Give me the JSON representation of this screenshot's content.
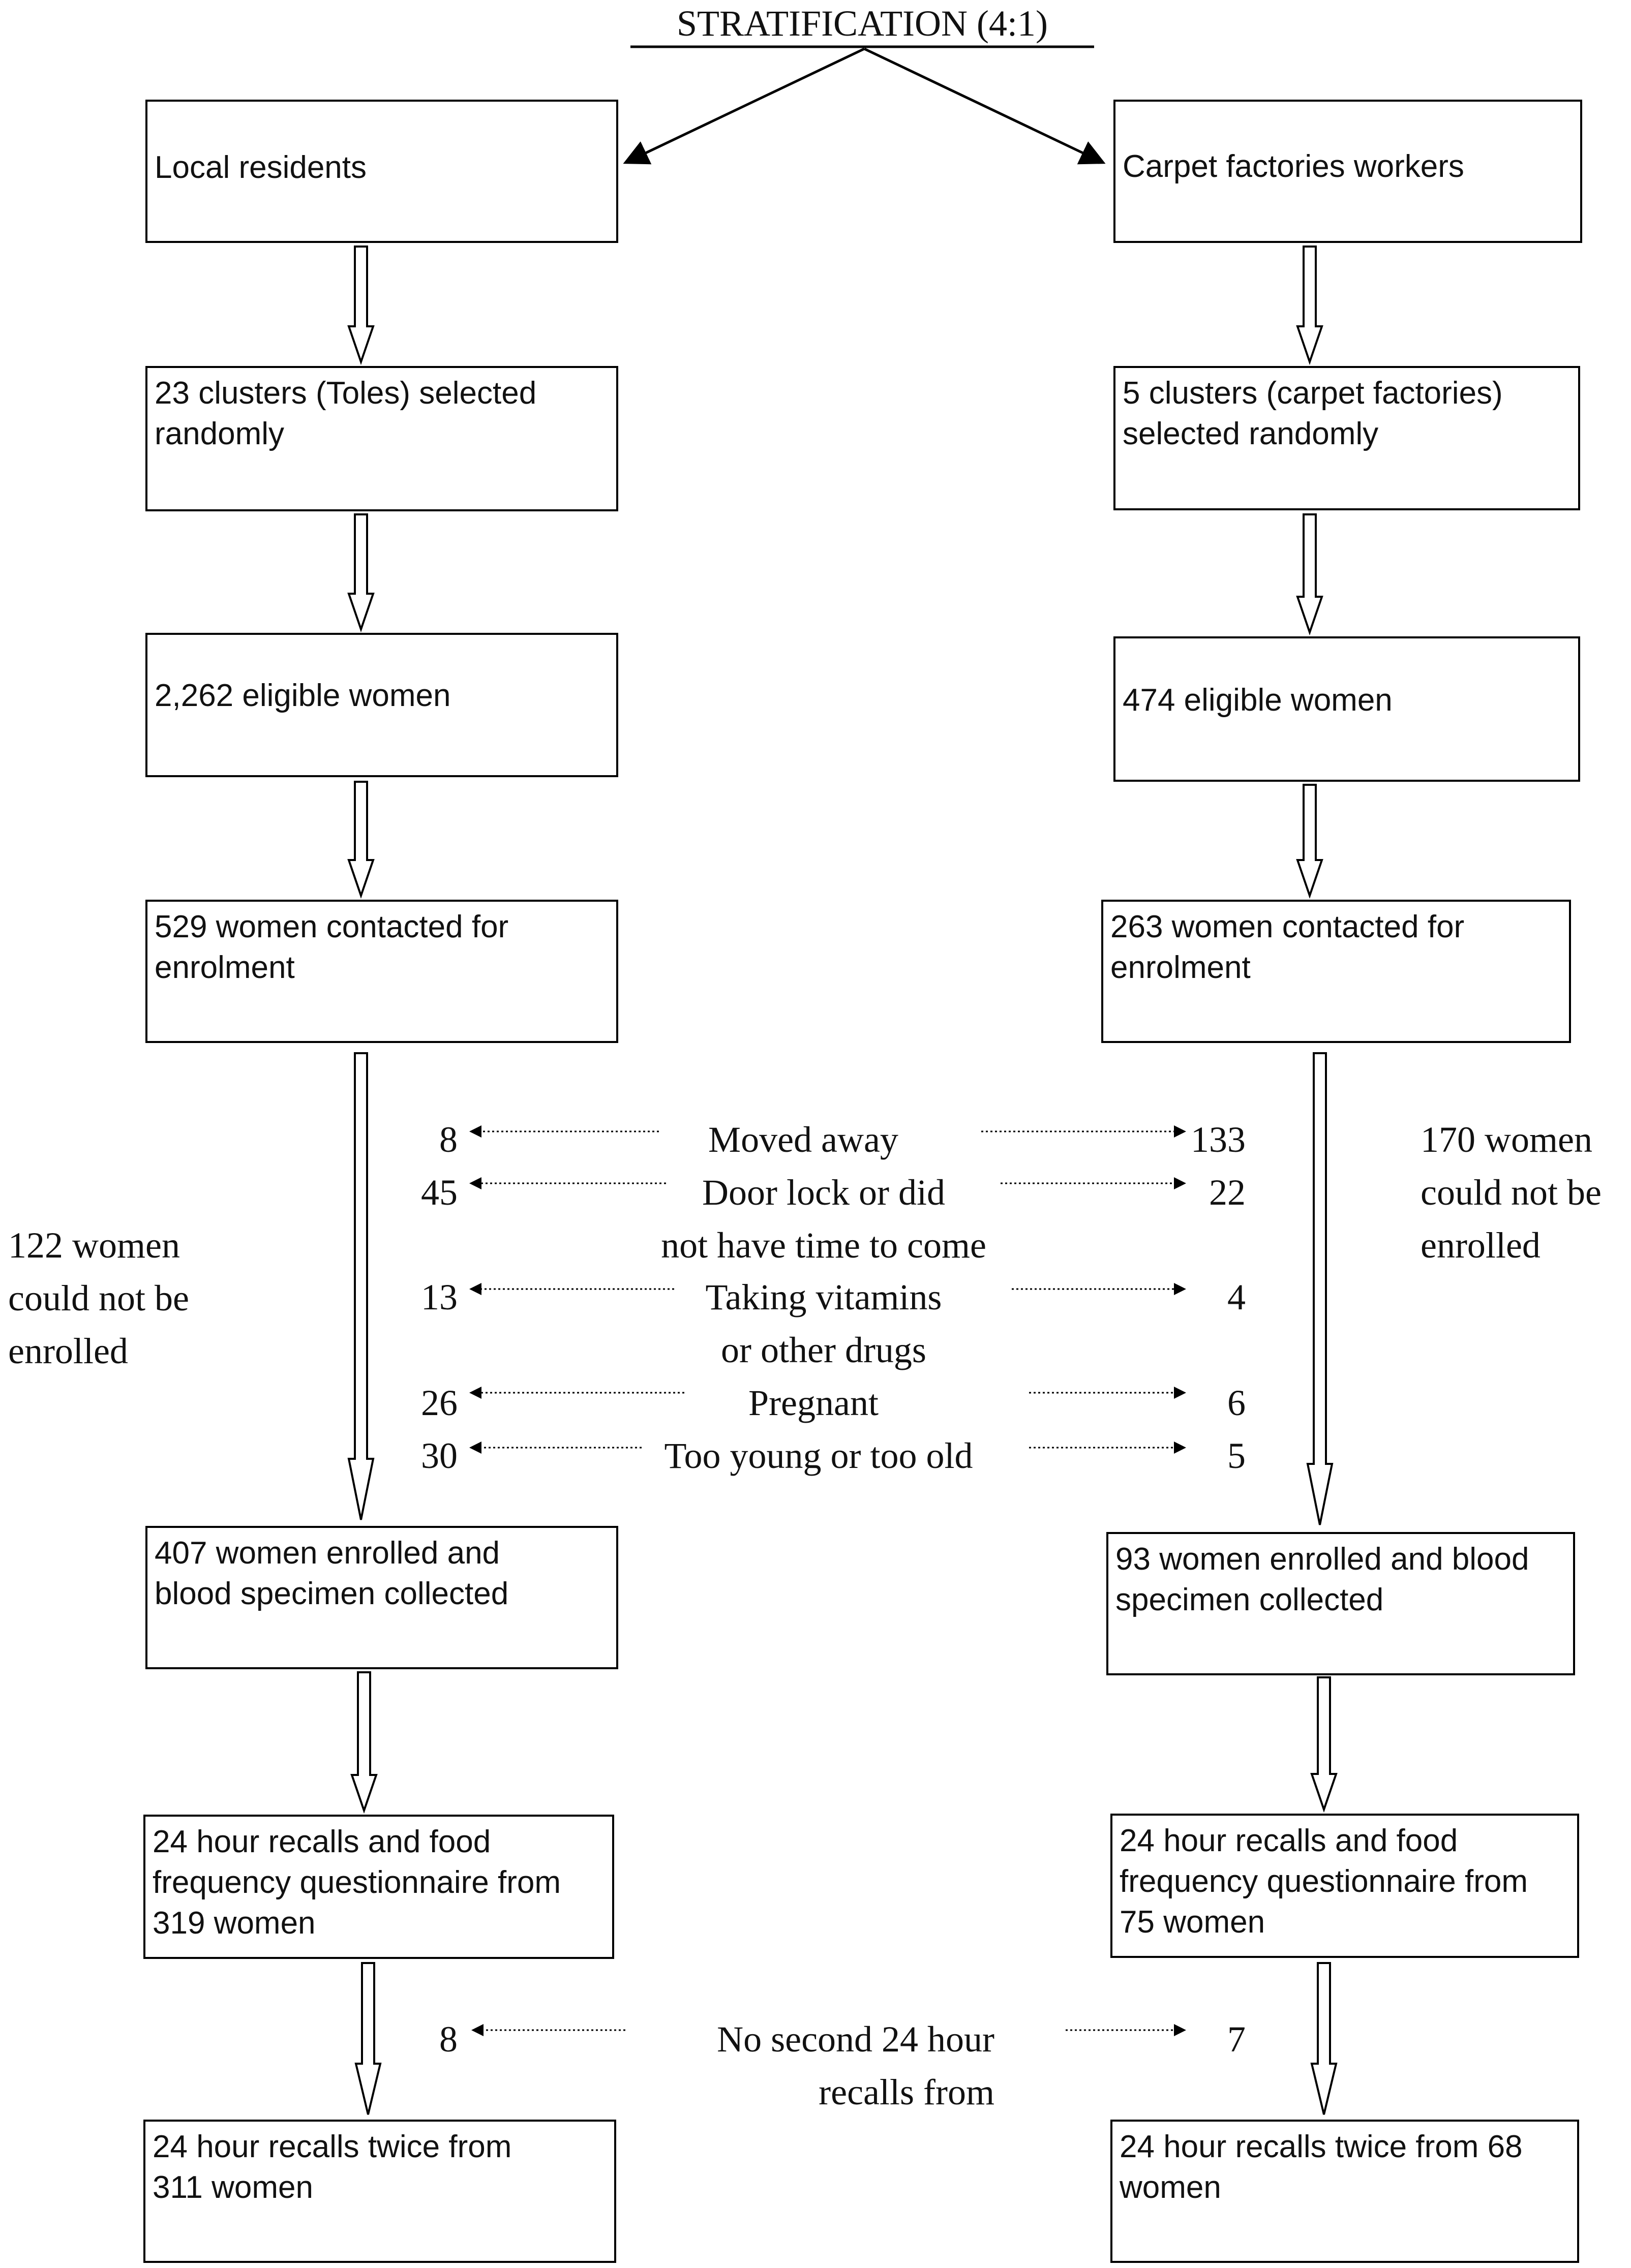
{
  "title": "STRATIFICATION (4:1)",
  "left": {
    "boxes": [
      "Local residents",
      "23 clusters (Toles) selected\nrandomly",
      "2,262 eligible women",
      "529 women contacted for\nenrolment",
      "407 women enrolled and\nblood specimen collected",
      "24 hour recalls and food\nfrequency questionnaire from\n319 women",
      "24 hour recalls twice from\n311 women"
    ],
    "not_enrolled": "122 women\ncould not be\nenrolled",
    "exclusion_counts": [
      "8",
      "45",
      "13",
      "26",
      "30"
    ],
    "no_second_recall": "8"
  },
  "right": {
    "boxes": [
      "Carpet factories workers",
      "5 clusters (carpet factories)\nselected randomly",
      "474 eligible women",
      "263 women contacted for\nenrolment",
      "93 women enrolled and blood\nspecimen collected",
      "24 hour recalls and food\nfrequency questionnaire from\n75 women",
      "24 hour recalls twice from 68\nwomen"
    ],
    "not_enrolled": "170 women\ncould not be\nenrolled",
    "exclusion_counts": [
      "133",
      "22",
      "4",
      "6",
      "5"
    ],
    "no_second_recall": "7"
  },
  "exclusion_reasons": [
    "Moved away",
    "Door lock or did\nnot have time to come",
    "Taking vitamins\nor other drugs",
    "Pregnant",
    "Too young or too old"
  ],
  "no_second_recall_label": "No second 24 hour\nrecalls from"
}
